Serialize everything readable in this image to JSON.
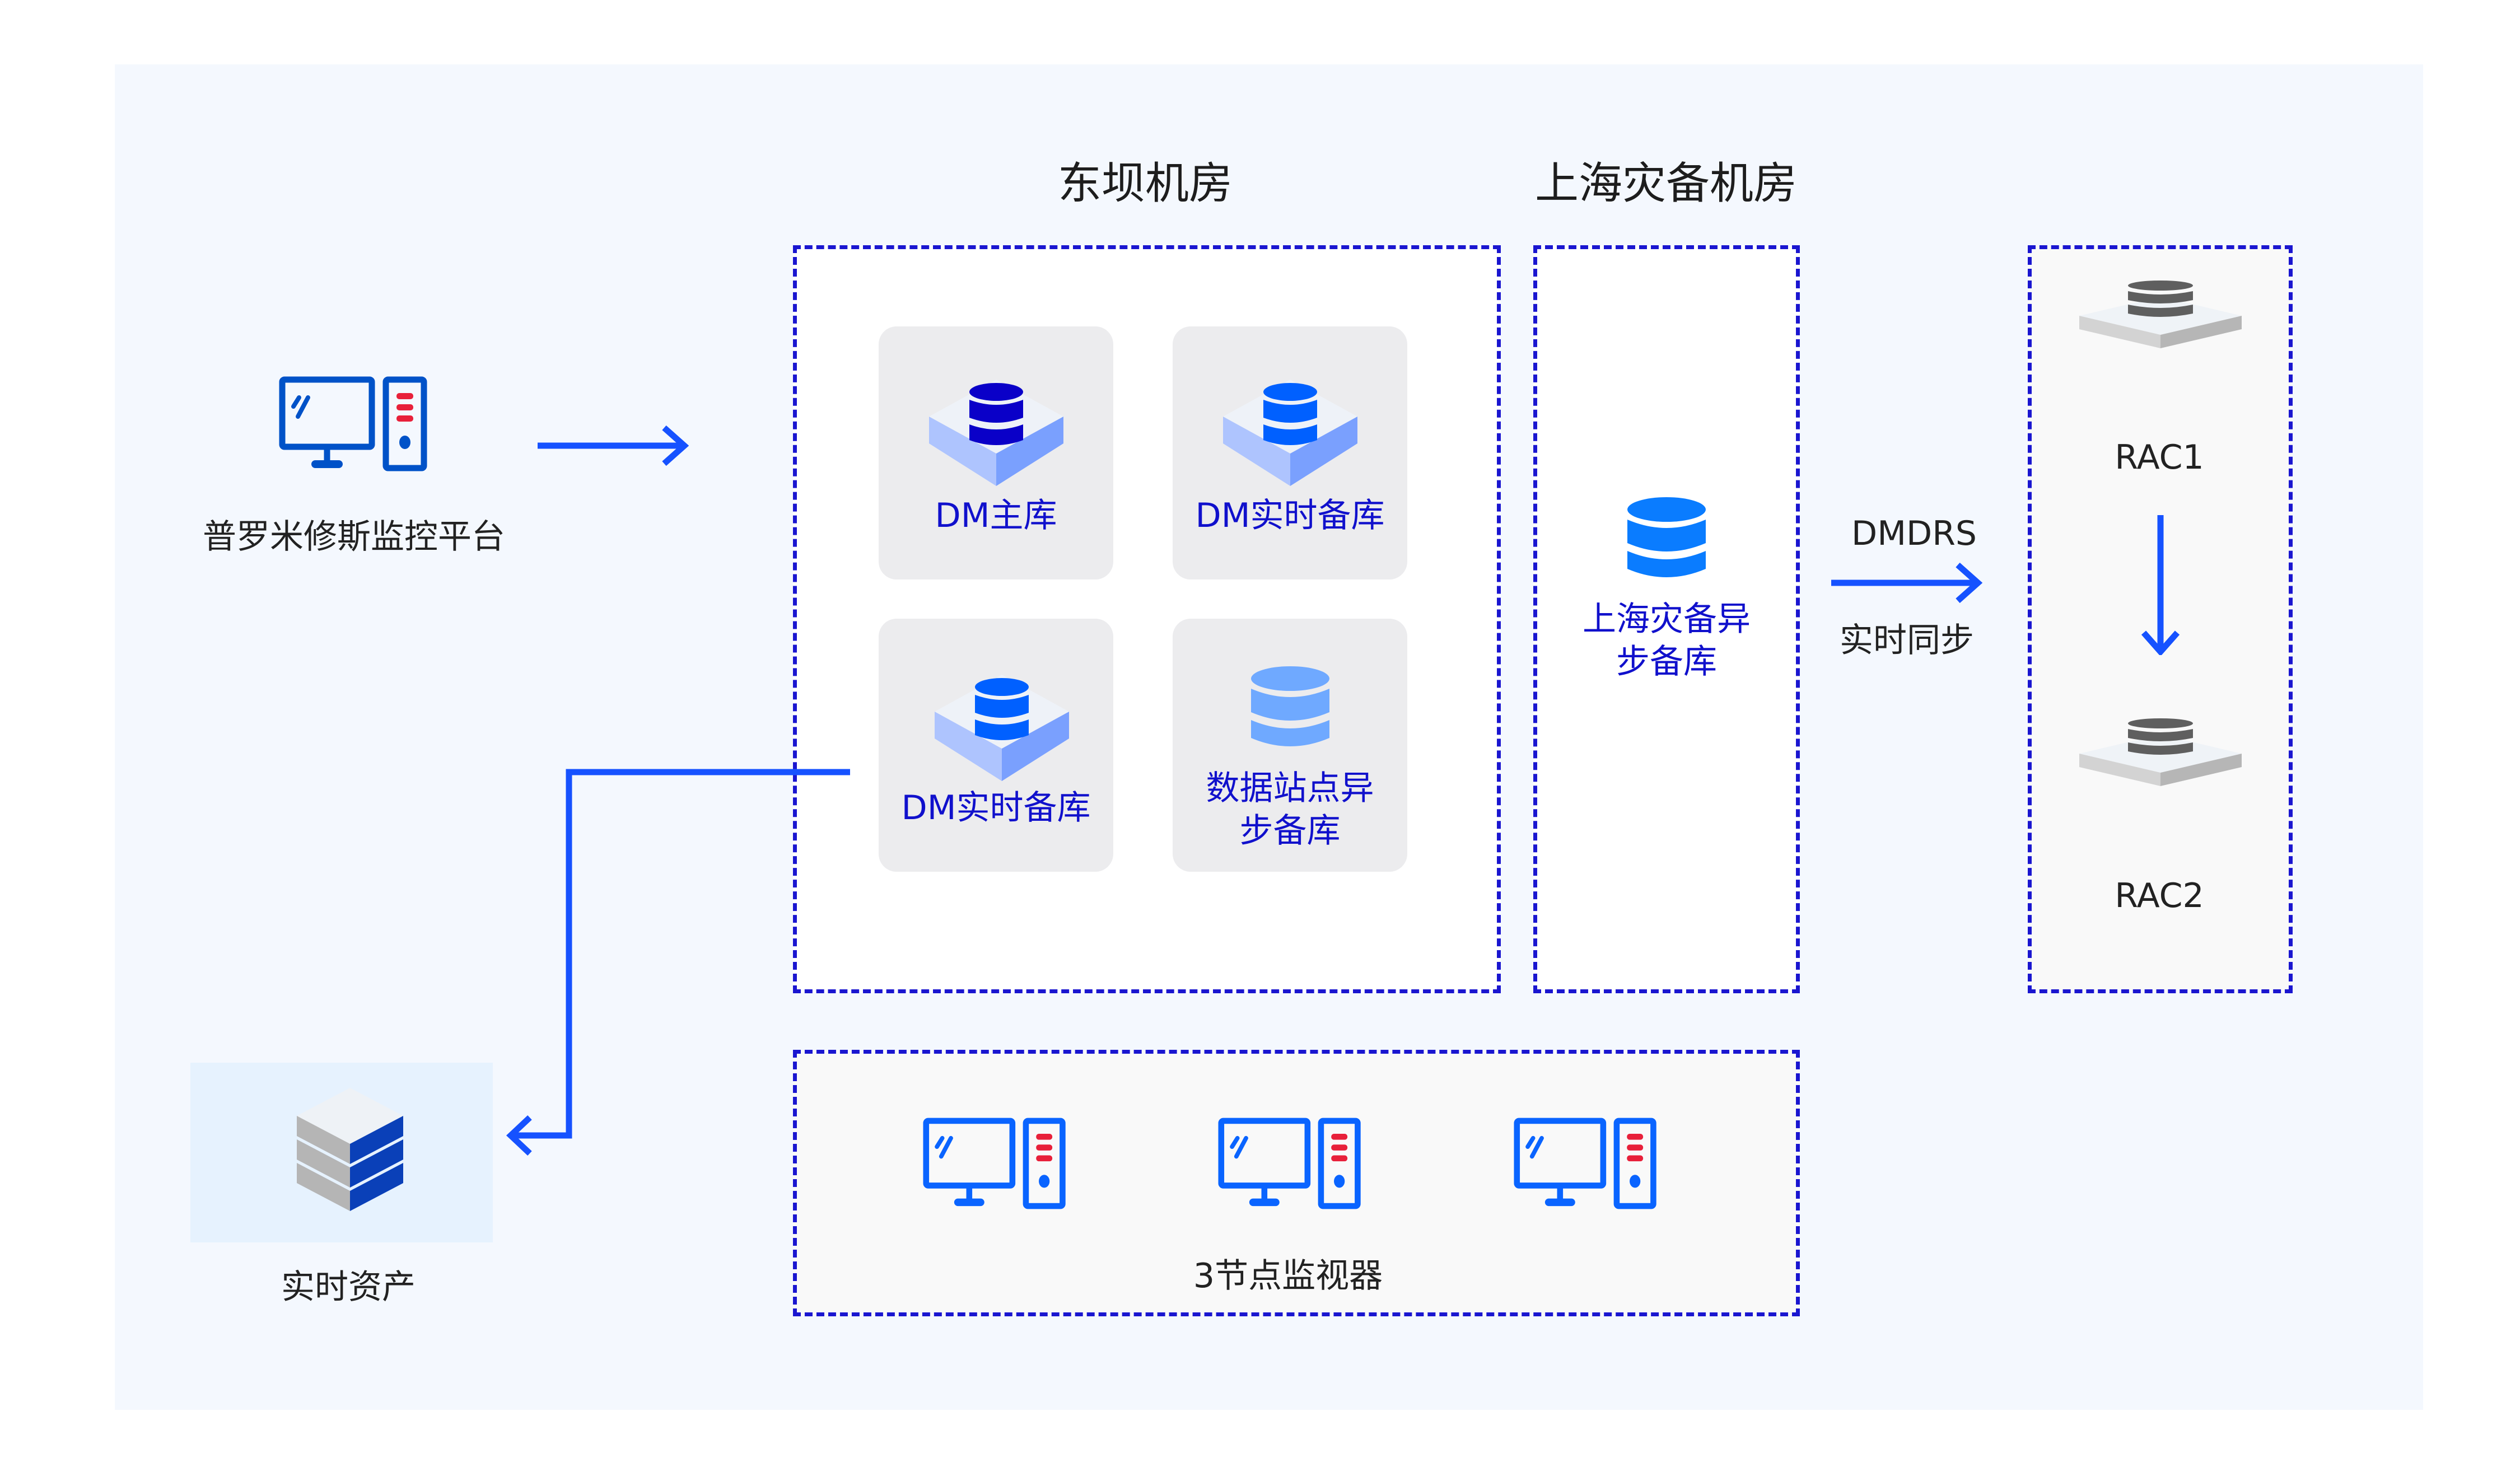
{
  "titles": {
    "dongba": "东坝机房",
    "shanghai": "上海灾备机房"
  },
  "prometheus": {
    "label": "普罗米修斯监控平台",
    "icon": "computer-monitor-icon"
  },
  "realtime_assets": {
    "label": "实时资产",
    "icon": "stacked-cube-icon"
  },
  "dongba_tiles": [
    {
      "label": "DM主库",
      "icon": "database-platform-icon",
      "db_color": "#0a00c8"
    },
    {
      "label": "DM实时备库",
      "icon": "database-platform-icon",
      "db_color": "#0060ff"
    },
    {
      "label": "DM实时备库",
      "icon": "database-platform-icon",
      "db_color": "#0060ff"
    },
    {
      "label_lines": [
        "数据站点异",
        "步备库"
      ],
      "icon": "database-icon",
      "db_color": "#6fa9ff"
    }
  ],
  "shanghai": {
    "label_lines": [
      "上海灾备异",
      "步备库"
    ],
    "icon": "database-icon",
    "db_color": "#0a7cff"
  },
  "sync": {
    "protocol": "DMDRS",
    "mode": "实时同步"
  },
  "rac": [
    {
      "label": "RAC1",
      "icon": "database-platform-gray-icon"
    },
    {
      "label": "RAC2",
      "icon": "database-platform-gray-icon"
    }
  ],
  "monitors": {
    "label": "3节点监视器",
    "count": 3,
    "icon": "computer-monitor-icon"
  },
  "colors": {
    "accent_arrow": "#1652ff",
    "dashed_border": "#1a16d0",
    "tile_text": "#1010cc",
    "panel_bg": "#f4f8fe",
    "tile_bg": "#ececee",
    "monitor_blue": "#0052c8",
    "monitor_blue_light": "#0a64ff",
    "indicator_red": "#e8203a"
  }
}
